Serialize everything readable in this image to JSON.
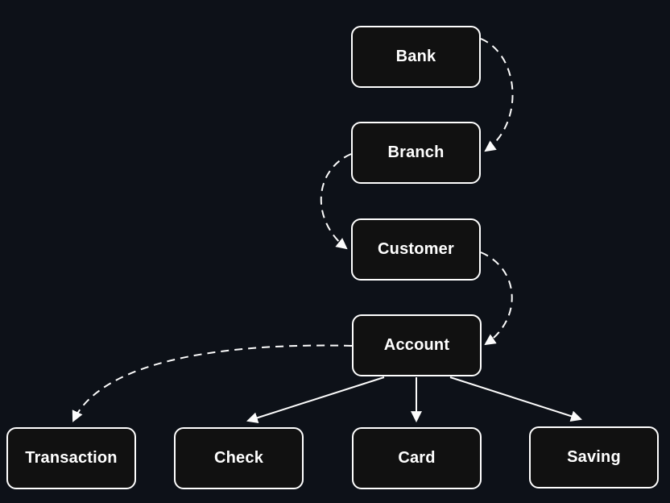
{
  "diagram": {
    "type": "flowchart",
    "direction": "top-down",
    "nodes": {
      "bank": {
        "label": "Bank"
      },
      "branch": {
        "label": "Branch"
      },
      "customer": {
        "label": "Customer"
      },
      "account": {
        "label": "Account"
      },
      "transaction": {
        "label": "Transaction"
      },
      "check": {
        "label": "Check"
      },
      "card": {
        "label": "Card"
      },
      "saving": {
        "label": "Saving"
      }
    },
    "edges": [
      {
        "from": "Bank",
        "to": "Branch",
        "style": "dashed",
        "arrow": "arrowhead"
      },
      {
        "from": "Branch",
        "to": "Customer",
        "style": "dashed",
        "arrow": "arrowhead"
      },
      {
        "from": "Customer",
        "to": "Account",
        "style": "dashed",
        "arrow": "arrowhead"
      },
      {
        "from": "Account",
        "to": "Transaction",
        "style": "dashed",
        "arrow": "arrowhead"
      },
      {
        "from": "Account",
        "to": "Check",
        "style": "solid",
        "arrow": "arrowhead"
      },
      {
        "from": "Account",
        "to": "Card",
        "style": "solid",
        "arrow": "arrowhead"
      },
      {
        "from": "Account",
        "to": "Saving",
        "style": "solid",
        "arrow": "arrowhead"
      }
    ],
    "colors": {
      "background": "#0d1118",
      "node_fill": "#111111",
      "node_border": "#ffffff",
      "node_text": "#ffffff",
      "edge_stroke": "#fcfcfc"
    }
  }
}
